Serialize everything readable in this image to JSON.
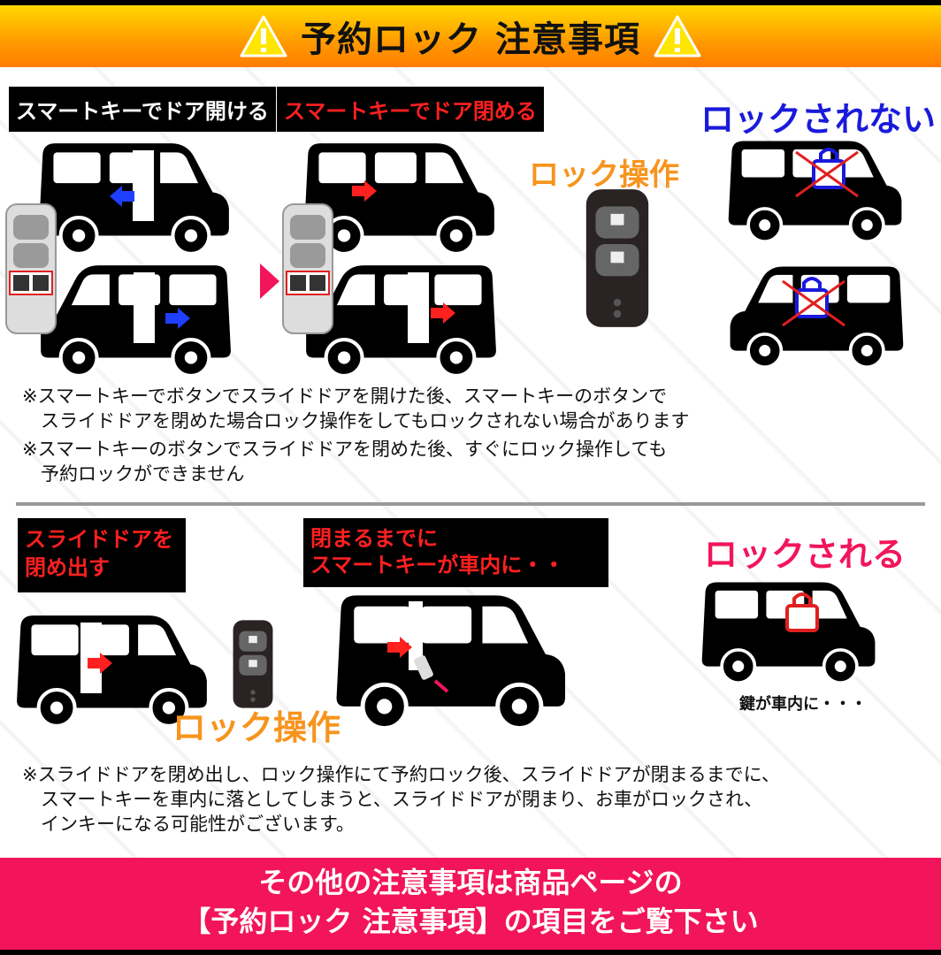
{
  "header": {
    "title": "予約ロック 注意事項",
    "icon": "warning-icon"
  },
  "section1": {
    "label_open": "スマートキーでドア開ける",
    "label_close": "スマートキーでドア閉める",
    "lock_operation": "ロック操作",
    "not_locked": "ロックされない",
    "notes": [
      "※スマートキーでボタンでスライドドアを開けた後、スマートキーのボタンで\n　スライドドアを閉めた場合ロック操作をしてもロックされない場合があります",
      "※スマートキーのボタンでスライドドアを閉めた後、すぐにロック操作しても\n　予約ロックができません"
    ]
  },
  "section2": {
    "label_start": "スライドドアを\n閉め出す",
    "label_key_inside": "閉まるまでに\nスマートキーが車内に・・",
    "lock_operation": "ロック操作",
    "locked": "ロックされる",
    "key_inside": "鍵が車内に・・・",
    "note": "※スライドドアを閉め出し、ロック操作にて予約ロック後、スライドドアが閉まるまでに、\n　スマートキーを車内に落としてしまうと、スライドドアが閉まり、お車がロックされ、\n　インキーになる可能性がございます。"
  },
  "banner": {
    "line1": "その他の注意事項は商品ページの",
    "line2": "【予約ロック 注意事項】の項目をご覧下さい"
  },
  "colors": {
    "orange": "#f7941d",
    "blue": "#1a1adc",
    "pink": "#f2155b",
    "arrow_red": "#ff2020",
    "arrow_blue": "#1f3fff"
  }
}
